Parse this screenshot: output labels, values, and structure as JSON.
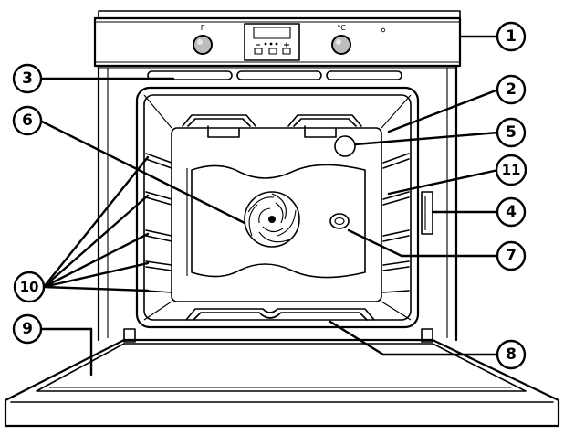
{
  "control_panel": {
    "left_knob_label": "F",
    "right_knob_label": "°C"
  },
  "callouts": [
    {
      "id": "1",
      "label": "1"
    },
    {
      "id": "2",
      "label": "2"
    },
    {
      "id": "3",
      "label": "3"
    },
    {
      "id": "4",
      "label": "4"
    },
    {
      "id": "5",
      "label": "5"
    },
    {
      "id": "6",
      "label": "6"
    },
    {
      "id": "7",
      "label": "7"
    },
    {
      "id": "8",
      "label": "8"
    },
    {
      "id": "9",
      "label": "9"
    },
    {
      "id": "10",
      "label": "10"
    },
    {
      "id": "11",
      "label": "11"
    }
  ],
  "colors": {
    "outline": "#000000",
    "knob_fill": "#bdbdbd",
    "background": "#ffffff"
  }
}
